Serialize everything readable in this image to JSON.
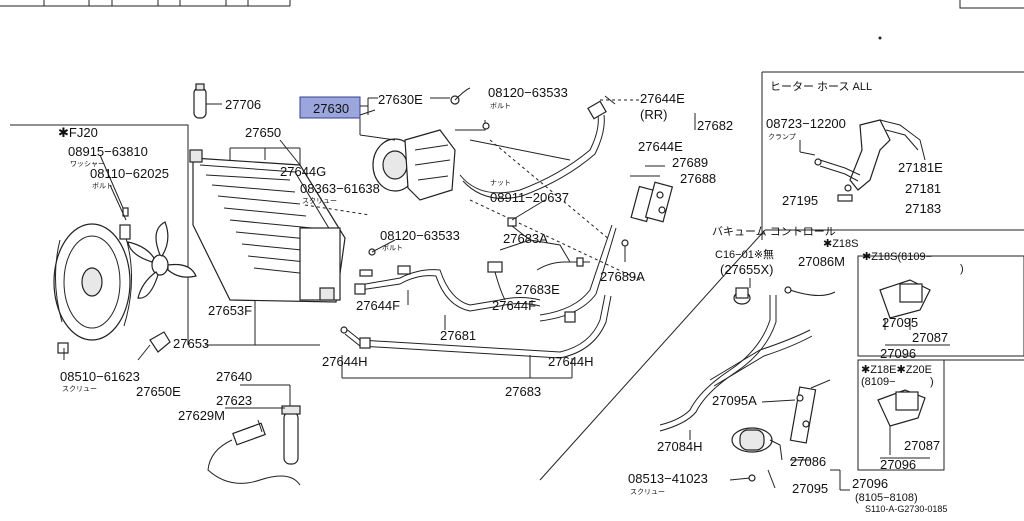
{
  "labels": {
    "p27630": "27630",
    "p27630E": "27630E",
    "p08120_63533_top": "08120−63533",
    "p08120_63533_top_sub": "ボルト",
    "p27644E_top": "27644E",
    "p27644E_rr": "(RR)",
    "p27682": "27682",
    "p27644E_mid": "27644E",
    "p27689": "27689",
    "p27688": "27688",
    "p27706": "27706",
    "p27650": "27650",
    "p27644G": "27644G",
    "p08363_61638": "08363−61638",
    "p08363_sub": "スクリュー",
    "p08911_20637": "08911−20637",
    "p08911_sub": "ナット",
    "pFJ20": "✱FJ20",
    "p08915_63810": "08915−63810",
    "p08915_sub": "ワッシャー",
    "p08110_62025": "08110−62025",
    "p08110_sub": "ボルト",
    "p08120_63533_mid": "08120−63533",
    "p08120_63533_mid_sub": "ボルト",
    "p27683A": "27683A",
    "p27689A": "27689A",
    "p27683E": "27683E",
    "p27653F": "27653F",
    "p27644F_a": "27644F",
    "p27644F_b": "27644F",
    "p27681": "27681",
    "p27653": "27653",
    "p27644H_left": "27644H",
    "p27644H_right": "27644H",
    "p27683": "27683",
    "p08510_61623": "08510−61623",
    "p08510_sub": "スクリュー",
    "p27650E": "27650E",
    "p27640": "27640",
    "p27623": "27623",
    "p27629M": "27629M",
    "heater_title": "ヒーター ホース ALL",
    "p08723_12200": "08723−12200",
    "p08723_sub": "クランプ",
    "p27181E": "27181E",
    "p27181": "27181",
    "p27195": "27195",
    "p27183": "27183",
    "vac_title": "バキューム コントロール",
    "vac_z18s": "✱Z18S",
    "c1601": "C16−01※無",
    "p27655X": "(27655X)",
    "p27086M": "27086M",
    "z18s_box": "✱Z18S(8109−",
    "z18s_box2": ")",
    "p27095_a": "27095",
    "p27087_a": "27087",
    "p27096_a": "27096",
    "z18e_box": "✱Z18E✱Z20E",
    "z18e_box2": "(8109−",
    "z18e_box3": ")",
    "p27087_b": "27087",
    "p27096_b": "27096",
    "p27095A": "27095A",
    "p27084H": "27084H",
    "p27086": "27086",
    "p08513_41023": "08513−41023",
    "p08513_sub": "スクリュー",
    "p27095_b": "27095",
    "p27096_c": "27096",
    "date_range": "(8105−8108)",
    "ref_code": "S110-A-G2730-0185"
  },
  "colors": {
    "highlight": "#9aa6dc",
    "line": "#222222",
    "background": "#ffffff"
  }
}
